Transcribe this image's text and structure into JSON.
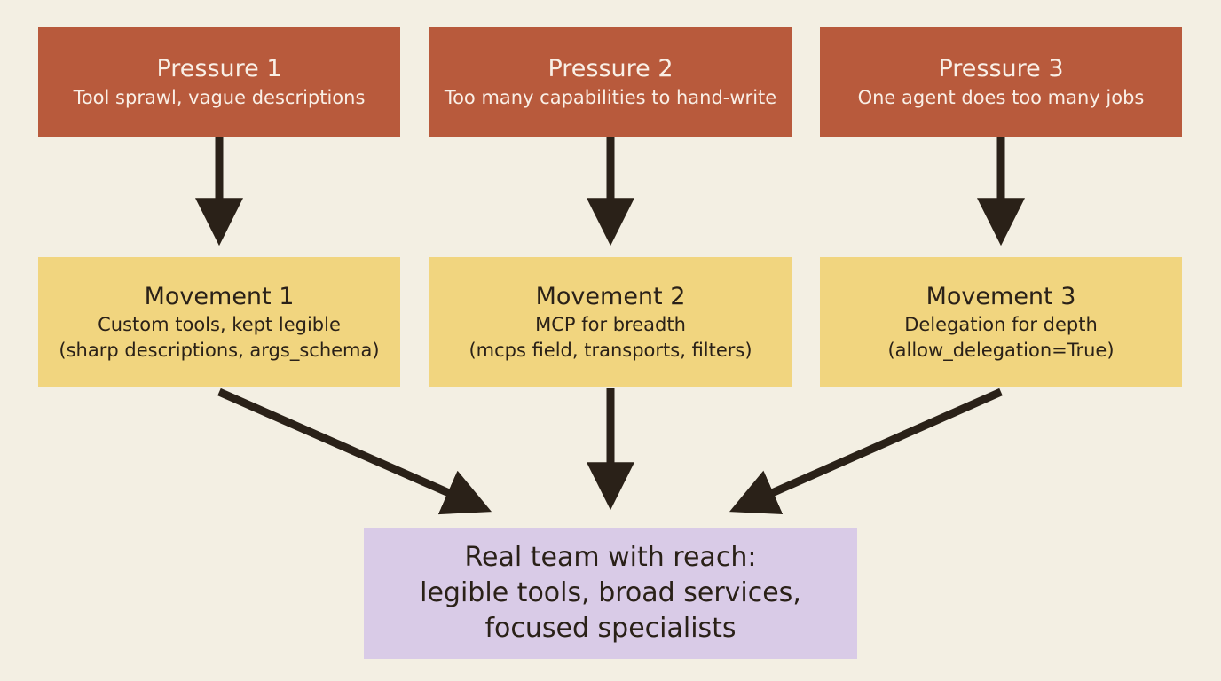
{
  "pressures": [
    {
      "title": "Pressure 1",
      "subtitle": "Tool sprawl, vague descriptions"
    },
    {
      "title": "Pressure 2",
      "subtitle": "Too many capabilities to hand-write"
    },
    {
      "title": "Pressure 3",
      "subtitle": "One agent does too many jobs"
    }
  ],
  "movements": [
    {
      "title": "Movement 1",
      "line1": "Custom tools, kept legible",
      "line2": "(sharp descriptions, args_schema)"
    },
    {
      "title": "Movement 2",
      "line1": "MCP for breadth",
      "line2": "(mcps field, transports, filters)"
    },
    {
      "title": "Movement 3",
      "line1": "Delegation for depth",
      "line2": "(allow_delegation=True)"
    }
  ],
  "result": {
    "line1": "Real team with reach:",
    "line2": "legible tools, broad services,",
    "line3": "focused specialists"
  },
  "colors": {
    "pressure_fill": "#b85a3c",
    "movement_fill": "#f1d57f",
    "result_fill": "#d9cbe7",
    "arrow": "#2a2118",
    "background": "#f3efe3"
  }
}
